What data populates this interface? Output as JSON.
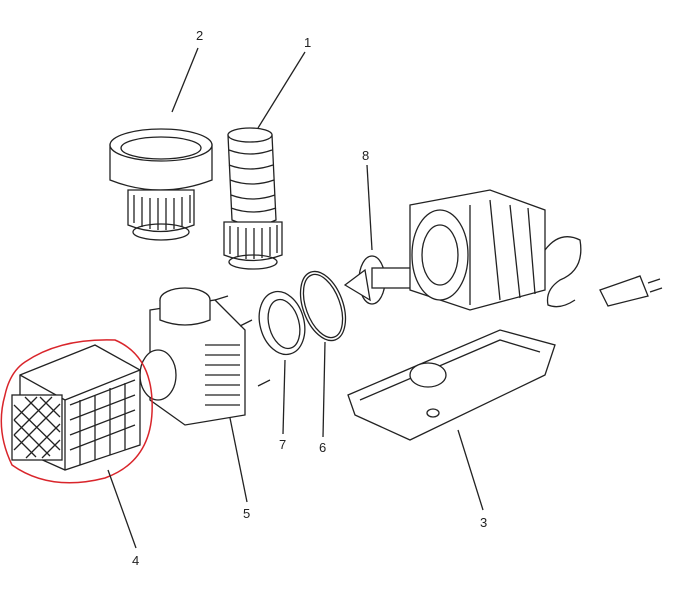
{
  "diagram": {
    "highlight_color": "#d9252b",
    "callouts": [
      {
        "id": "1",
        "part": "hose-adapter"
      },
      {
        "id": "2",
        "part": "hose-connector-cap"
      },
      {
        "id": "3",
        "part": "base-plate"
      },
      {
        "id": "4",
        "part": "filter-cage"
      },
      {
        "id": "5",
        "part": "pump-housing"
      },
      {
        "id": "6",
        "part": "o-ring"
      },
      {
        "id": "7",
        "part": "seal-ring"
      },
      {
        "id": "8",
        "part": "rotor-impeller"
      }
    ]
  }
}
